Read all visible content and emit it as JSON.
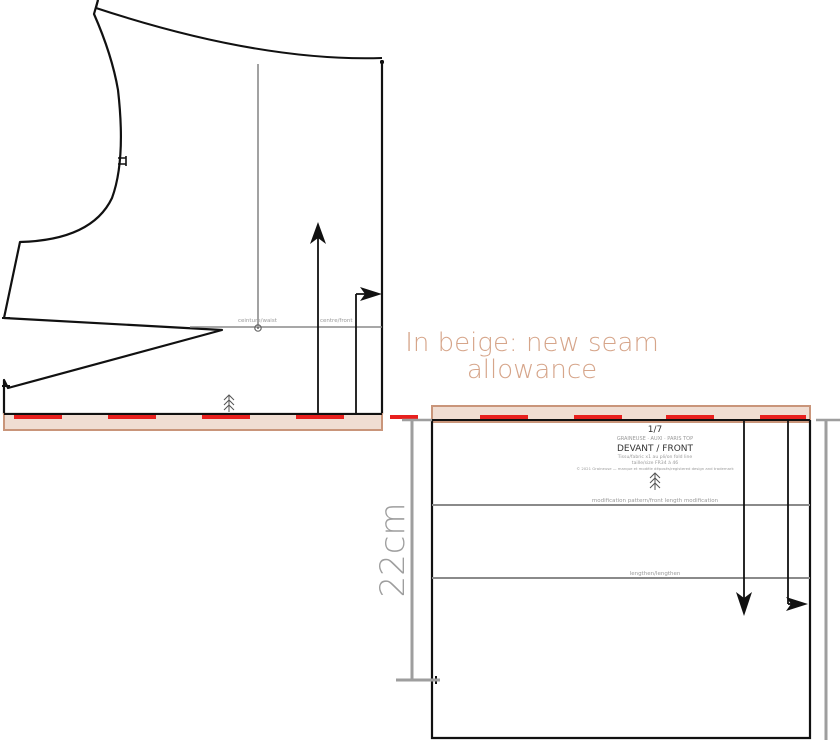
{
  "annotation": {
    "line1": "In beige: new seam",
    "line2": "allowance"
  },
  "dimension": {
    "label": "22cm"
  },
  "bodice": {
    "label_waist_left": "ceinture/waist",
    "label_waist_right": "centre/front"
  },
  "front_piece": {
    "page_number": "1/7",
    "pattern_line": "GRAINEUSE · AUXI · PARIS TOP",
    "title": "DEVANT / FRONT",
    "note1": "Tissu/fabric x1 au pli/on fold line",
    "note2": "taille/size FR34 à 46",
    "note3": "© 2021 Graineuse — marque et modèle déposés/registered design and trademark",
    "line_label_1": "modification pattern/front length modification",
    "line_label_2": "lengthen/lengthen",
    "grain_mark": "grain-icon"
  },
  "colors": {
    "outline": "#111111",
    "seam_allowance_fill": "#f0ddd2",
    "seam_allowance_stroke": "#c9957a",
    "fold_dash": "#e8201e",
    "guide": "#8a8a8a",
    "annotation": "#d6a58a",
    "dimension": "#9e9e9e"
  }
}
